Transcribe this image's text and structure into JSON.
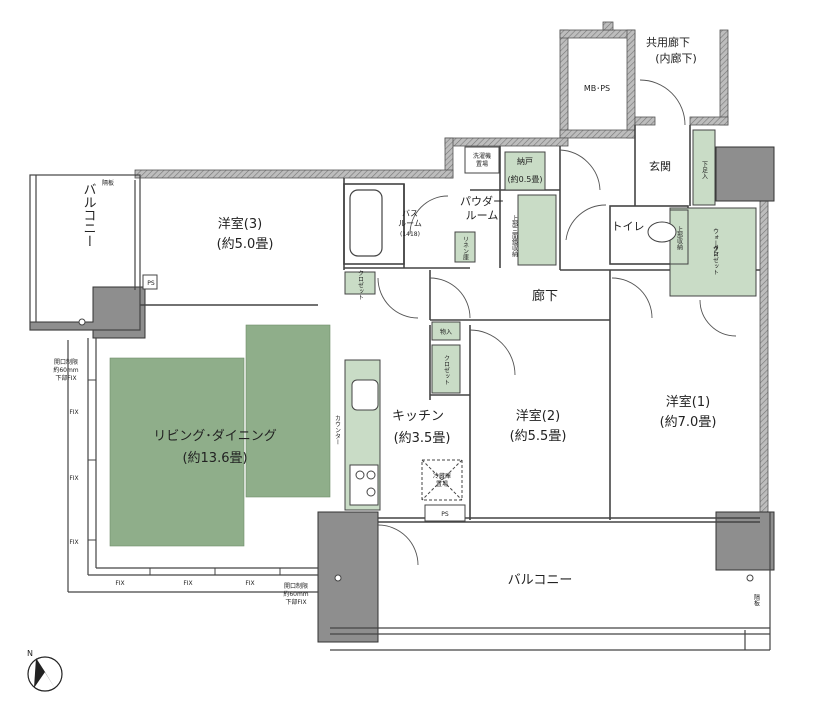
{
  "rooms": {
    "corridor_common": {
      "line1": "共用廊下",
      "line2": "(内廊下)"
    },
    "mb_ps": "MB･PS",
    "entrance": "玄関",
    "geta": "下足入",
    "toilet": "トイレ",
    "upper_storage_toilet": "上部収納",
    "walk_in": {
      "line1": "ウォーク",
      "line2": "イン",
      "line3": "クロゼット"
    },
    "washer": {
      "line1": "洗濯機",
      "line2": "置場"
    },
    "nando": {
      "line1": "納戸",
      "line2": "(約0.5畳)"
    },
    "powder": {
      "line1": "パウダー",
      "line2": "ルーム"
    },
    "upper_storage_powder": "上部三面鏡収納",
    "linen": "リネン庫",
    "bath": {
      "line1": "バス",
      "line2": "ルーム",
      "line3": "(1418)"
    },
    "western3": {
      "line1": "洋室(3)",
      "line2": "(約5.0畳)"
    },
    "closet3": "クロゼット",
    "ps_left": "PS",
    "balcony_left": "バルコニー",
    "partition_left": "隔板",
    "hallway": "廊下",
    "monoire": "物入",
    "closet2": "クロゼット",
    "western2": {
      "line1": "洋室(2)",
      "line2": "(約5.5畳)"
    },
    "western1": {
      "line1": "洋室(1)",
      "line2": "(約7.0畳)"
    },
    "kitchen": {
      "line1": "キッチン",
      "line2": "(約3.5畳)"
    },
    "counter": "カウンター",
    "fridge": {
      "line1": "冷蔵庫",
      "line2": "置場"
    },
    "ps_bottom": "PS",
    "living": {
      "line1": "リビング･ダイニング",
      "line2": "(約13.6畳)"
    },
    "balcony_bottom": "バルコニー",
    "partition_right": "隔板",
    "fix": "FIX",
    "opening_note_left": {
      "line1": "開口制限",
      "line2": "約60mm",
      "line3": "下部FIX"
    },
    "opening_note_bottom": {
      "line1": "開口制限",
      "line2": "約60mm",
      "line3": "下部FIX"
    },
    "compass": "N"
  },
  "colors": {
    "wall": "#9b9b9b",
    "wall_edge": "#555555",
    "floor_mat": "#8fae8a",
    "storage_fill": "#c9dcc6",
    "concrete": "#8e8e8e",
    "line": "#444444"
  }
}
